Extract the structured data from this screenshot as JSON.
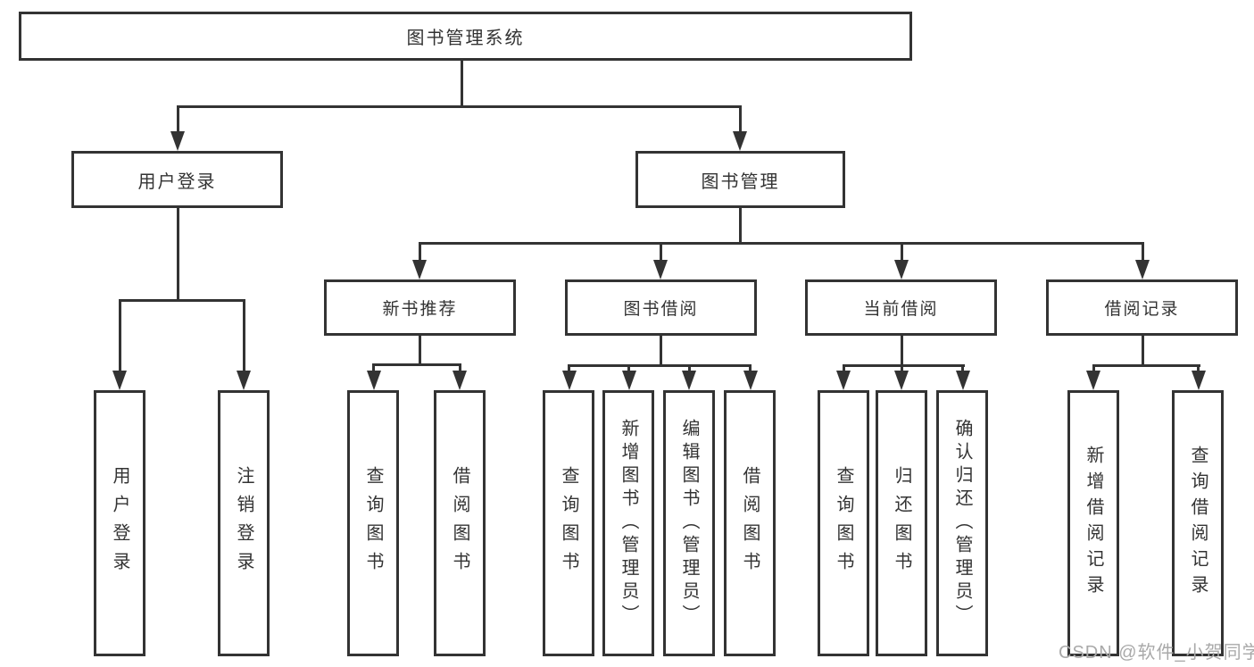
{
  "diagram": {
    "root_label": "图书管理系统",
    "level2": [
      "用户登录",
      "图书管理"
    ],
    "level3": [
      "新书推荐",
      "图书借阅",
      "当前借阅",
      "借阅记录"
    ],
    "leaves": [
      "用户登录",
      "注销登录",
      "查询图书",
      "借阅图书",
      "查询图书",
      "新增图书（管理员）",
      "编辑图书（管理员）",
      "借阅图书",
      "查询图书",
      "归还图书",
      "确认归还（管理员）",
      "新增借阅记录",
      "查询借阅记录"
    ],
    "colors": {
      "line": "#333333",
      "text": "#333333",
      "background": "#ffffff"
    }
  },
  "watermark": {
    "text": "CSDN @软件_小贺同学",
    "color": "#a9a9a9"
  }
}
